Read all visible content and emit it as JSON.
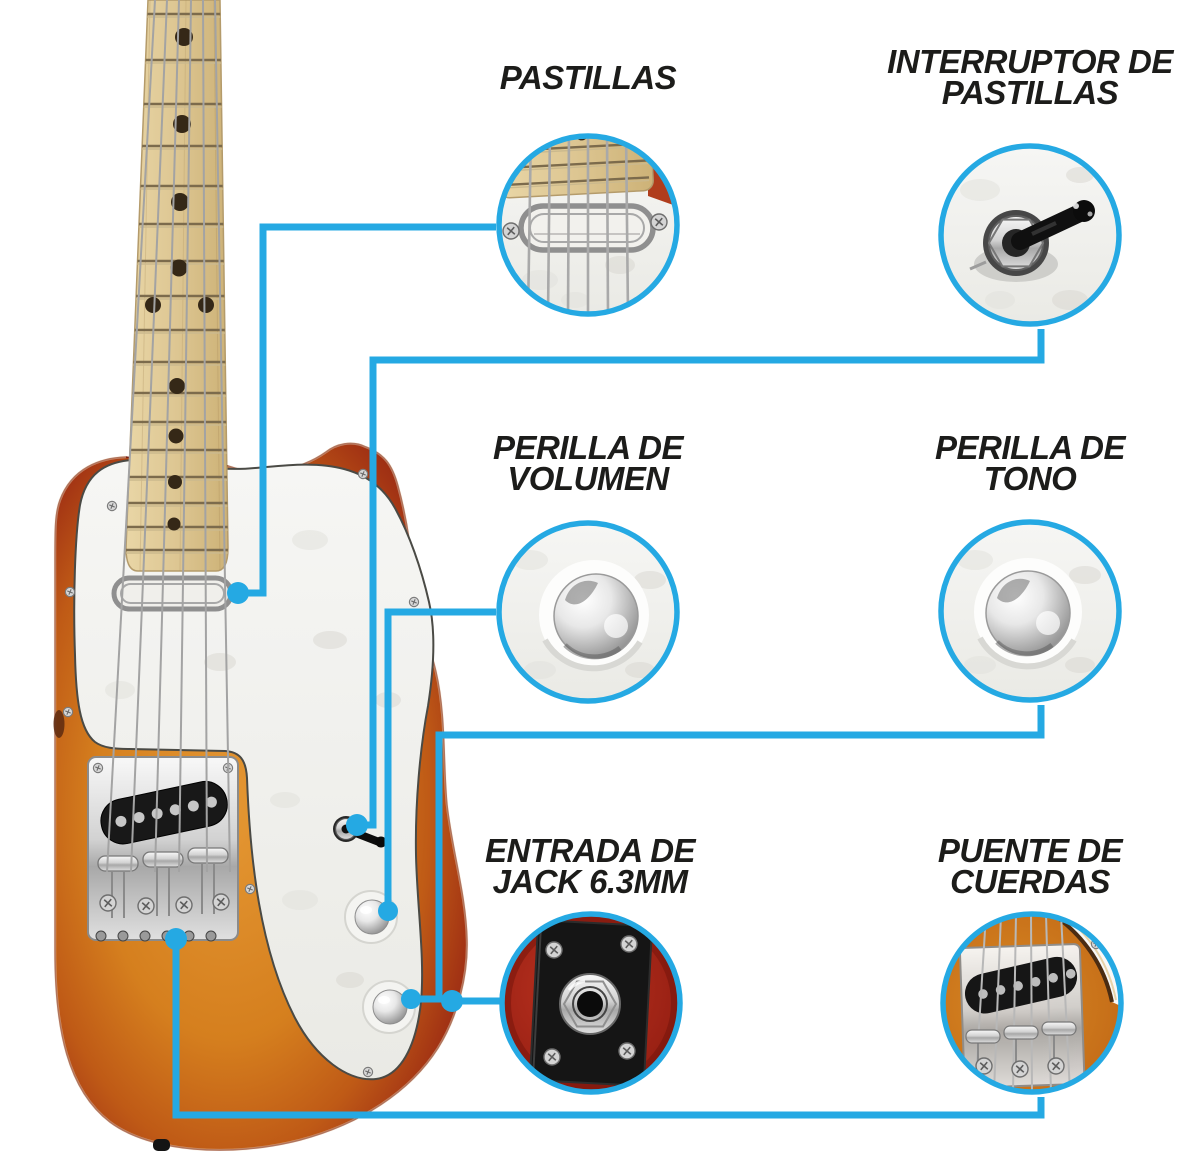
{
  "theme": {
    "accent_color": "#25a9e3",
    "label_color": "#1c1c1a",
    "body_orange": "#d57f1e",
    "body_red": "#8a1d0f",
    "pickguard_pearl": "#f2f1ee"
  },
  "callouts": [
    {
      "id": "pastillas",
      "lines": [
        "PASTILLAS"
      ]
    },
    {
      "id": "interruptor-de-pastillas",
      "lines": [
        "INTERRUPTOR DE",
        "PASTILLAS"
      ]
    },
    {
      "id": "perilla-de-volumen",
      "lines": [
        "PERILLA DE",
        "VOLUMEN"
      ]
    },
    {
      "id": "perilla-de-tono",
      "lines": [
        "PERILLA DE",
        "TONO"
      ]
    },
    {
      "id": "entrada-de-jack",
      "lines": [
        "ENTRADA DE",
        "JACK 6.3MM"
      ]
    },
    {
      "id": "puente-de-cuerdas",
      "lines": [
        "PUENTE DE",
        "CUERDAS"
      ]
    }
  ]
}
